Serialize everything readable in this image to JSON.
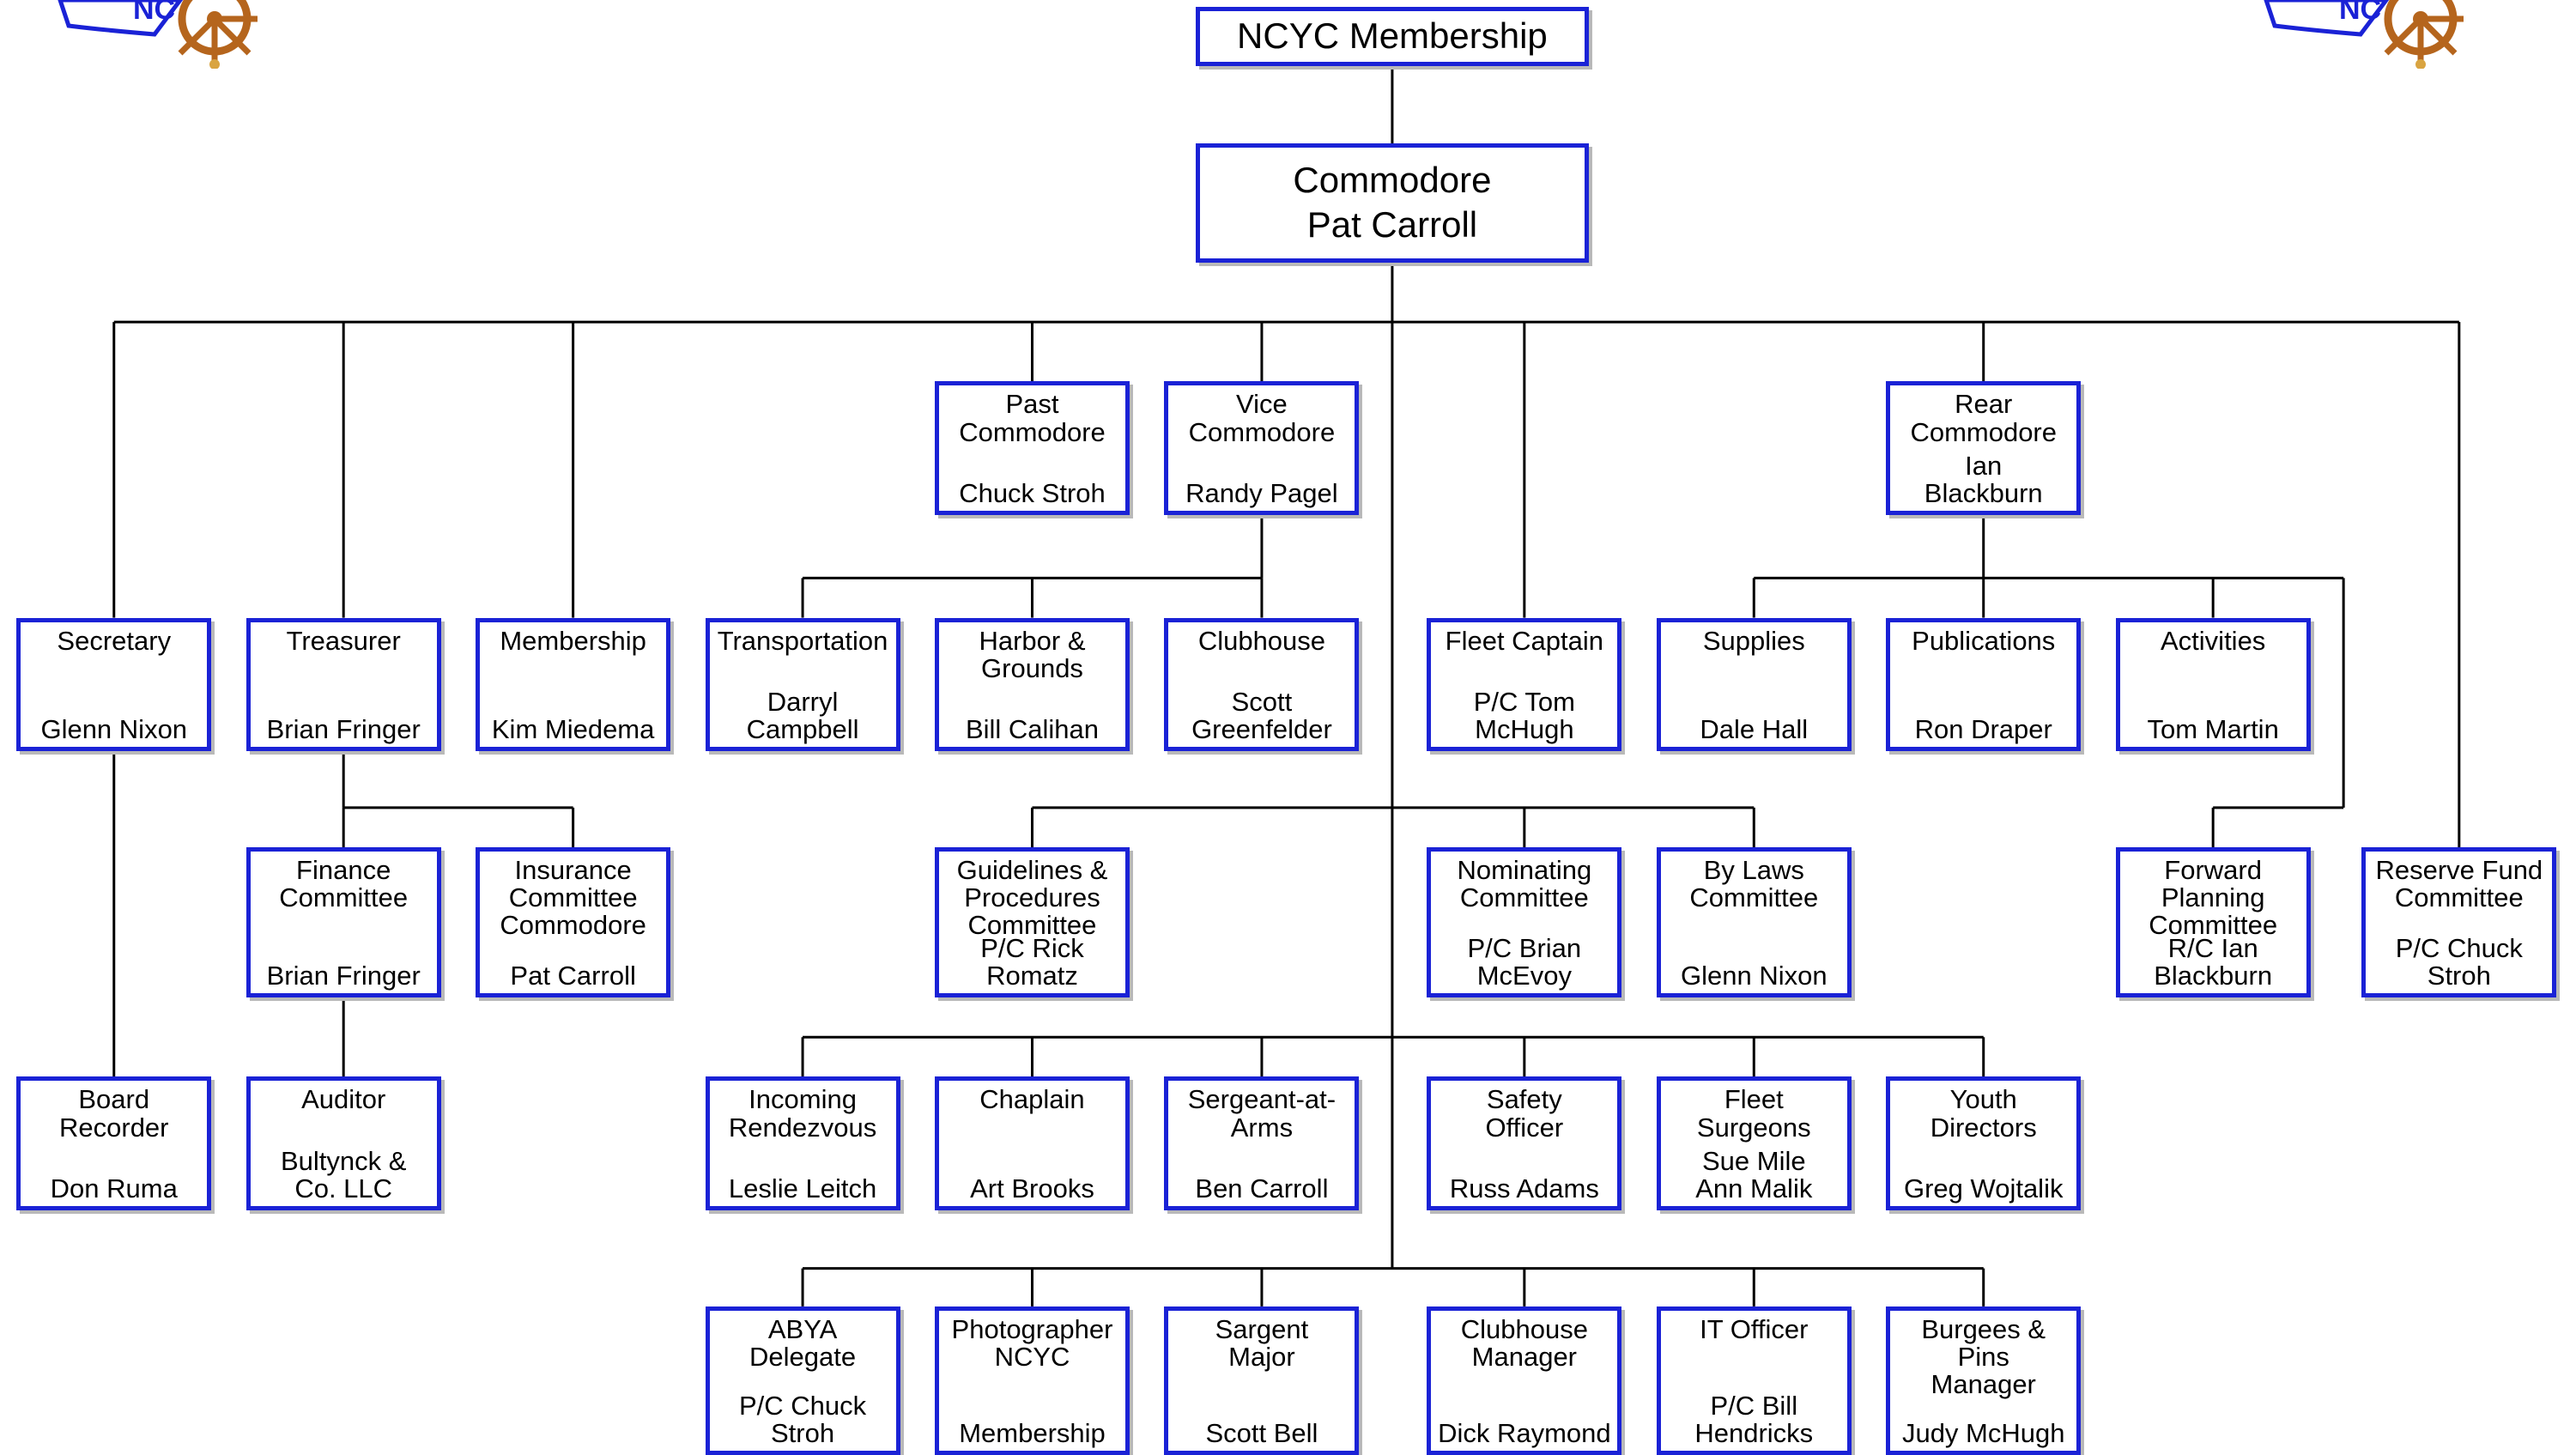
{
  "colors": {
    "border": "#1a22d6",
    "line": "#000000",
    "shadow": "#b9b9b9"
  },
  "logos": [
    {
      "icon": "club-burgee-ships-wheel-logo"
    },
    {
      "icon": "club-burgee-ships-wheel-logo"
    }
  ],
  "nodes": {
    "membership_top": {
      "title": "NCYC Membership",
      "name": ""
    },
    "commodore": {
      "title": "Commodore",
      "name": "Pat Carroll"
    },
    "past_commodore": {
      "title": "Past\nCommodore",
      "name": "Chuck Stroh"
    },
    "vice_commodore": {
      "title": "Vice\nCommodore",
      "name": "Randy Pagel"
    },
    "rear_commodore": {
      "title": "Rear\nCommodore",
      "name": "Ian\nBlackburn"
    },
    "secretary": {
      "title": "Secretary",
      "name": "Glenn Nixon"
    },
    "treasurer": {
      "title": "Treasurer",
      "name": "Brian Fringer"
    },
    "membership": {
      "title": "Membership",
      "name": "Kim Miedema"
    },
    "transportation": {
      "title": "Transportation",
      "name": "Darryl\nCampbell"
    },
    "harbor_grounds": {
      "title": "Harbor &\nGrounds",
      "name": "Bill Calihan"
    },
    "clubhouse": {
      "title": "Clubhouse",
      "name": "Scott\nGreenfelder"
    },
    "fleet_captain": {
      "title": "Fleet Captain",
      "name": "P/C Tom\nMcHugh"
    },
    "supplies": {
      "title": "Supplies",
      "name": "Dale Hall"
    },
    "publications": {
      "title": "Publications",
      "name": "Ron Draper"
    },
    "activities": {
      "title": "Activities",
      "name": "Tom Martin"
    },
    "finance_committee": {
      "title": "Finance\nCommittee",
      "name": "Brian Fringer"
    },
    "insurance_committee": {
      "title": "Insurance\nCommittee\nCommodore",
      "name": "Pat Carroll"
    },
    "guidelines_committee": {
      "title": "Guidelines &\nProcedures\nCommittee",
      "name": "P/C Rick\nRomatz"
    },
    "nominating_committee": {
      "title": "Nominating\nCommittee",
      "name": "P/C Brian\nMcEvoy"
    },
    "bylaws_committee": {
      "title": "By Laws\nCommittee",
      "name": "Glenn Nixon"
    },
    "forward_planning": {
      "title": "Forward\nPlanning\nCommittee",
      "name": "R/C Ian\nBlackburn"
    },
    "reserve_fund": {
      "title": "Reserve Fund\nCommittee",
      "name": "P/C Chuck Stroh"
    },
    "board_recorder": {
      "title": "Board\nRecorder",
      "name": "Don Ruma"
    },
    "auditor": {
      "title": "Auditor",
      "name": "Bultynck &\nCo. LLC"
    },
    "incoming_rendezvous": {
      "title": "Incoming\nRendezvous",
      "name": "Leslie Leitch"
    },
    "chaplain": {
      "title": "Chaplain",
      "name": "Art Brooks"
    },
    "sergeant_at_arms": {
      "title": "Sergeant-at-\nArms",
      "name": "Ben Carroll"
    },
    "safety_officer": {
      "title": "Safety\nOfficer",
      "name": "Russ Adams"
    },
    "fleet_surgeons": {
      "title": "Fleet\nSurgeons",
      "name": "Sue Mile\nAnn Malik"
    },
    "youth_directors": {
      "title": "Youth\nDirectors",
      "name": "Greg Wojtalik"
    },
    "abya_delegate": {
      "title": "ABYA\nDelegate",
      "name": "P/C Chuck\nStroh"
    },
    "photographer": {
      "title": "Photographer\nNCYC",
      "name": "Membership"
    },
    "sargent_major": {
      "title": "Sargent\nMajor",
      "name": "Scott Bell"
    },
    "clubhouse_manager": {
      "title": "Clubhouse\nManager",
      "name": "Dick Raymond"
    },
    "it_officer": {
      "title": "IT Officer",
      "name": "P/C Bill\nHendricks"
    },
    "burgees_pins": {
      "title": "Burgees &\nPins\nManager",
      "name": "Judy McHugh"
    }
  }
}
